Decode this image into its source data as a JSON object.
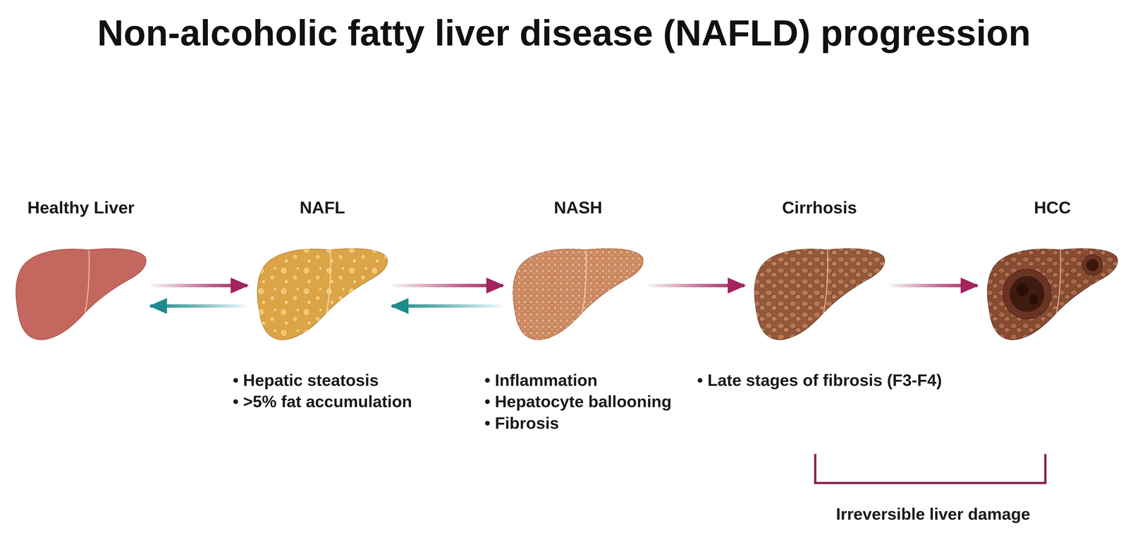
{
  "diagram": {
    "title": "Non-alcoholic fatty liver disease (NAFLD) progression",
    "nodes": [
      {
        "text": [
          "Healthy Liver"
        ]
      },
      {
        "text": [
          "NAFL",
          "• Hepatic steatosis",
          "• >5% fat accumulation"
        ]
      },
      {
        "text": [
          "NASH",
          "• Inflammation",
          "• Hepatocyte ballooning",
          "• Fibrosis"
        ]
      },
      {
        "text": [
          "Cirrhosis",
          "• Late stages of fibrosis (F3-F4)"
        ]
      },
      {
        "text": [
          "HCC"
        ]
      }
    ],
    "edges": [
      {
        "from": 0,
        "to": 1,
        "arrow": "to"
      },
      {
        "from": 1,
        "to": 0,
        "arrow": "to"
      },
      {
        "from": 1,
        "to": 2,
        "arrow": "to"
      },
      {
        "from": 2,
        "to": 1,
        "arrow": "to"
      },
      {
        "from": 2,
        "to": 3,
        "arrow": "to"
      },
      {
        "from": 3,
        "to": 4,
        "arrow": "to"
      }
    ],
    "labels": [
      "Irreversible liver damage"
    ]
  }
}
